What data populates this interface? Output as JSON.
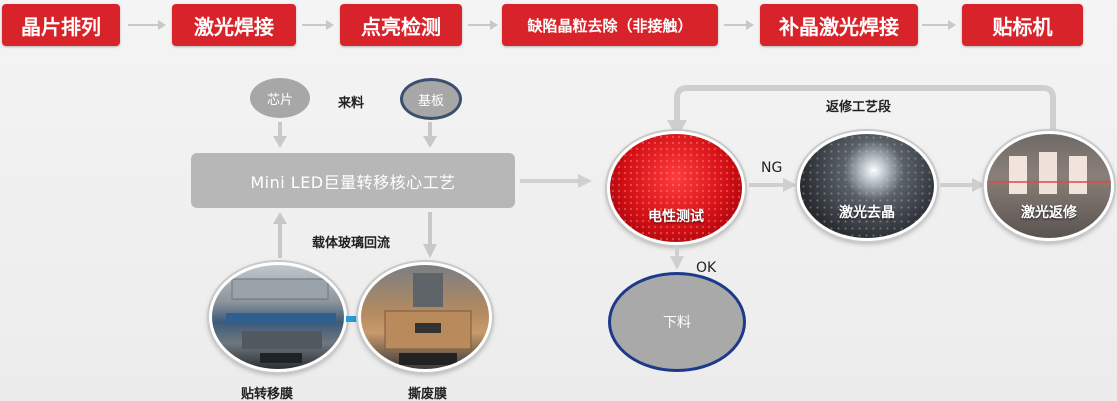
{
  "process_steps": [
    {
      "label": "晶片排列"
    },
    {
      "label": "激光焊接"
    },
    {
      "label": "点亮检测"
    },
    {
      "label": "缺陷晶粒去除（非接触）"
    },
    {
      "label": "补晶激光焊接"
    },
    {
      "label": "贴标机"
    }
  ],
  "inputs": {
    "chip": "芯片",
    "substrate": "基板",
    "incoming_label": "来料"
  },
  "core_process": "Mini LED巨量转移核心工艺",
  "carrier_label": "载体玻璃回流",
  "sub_steps": {
    "attach_film": "贴转移膜",
    "peel_film": "撕废膜"
  },
  "test_flow": {
    "electrical_test": "电性测试",
    "ng_label": "NG",
    "ok_label": "OK",
    "laser_remove": "激光去晶",
    "laser_repair": "激光返修",
    "repair_section": "返修工艺段",
    "unload": "下料"
  },
  "colors": {
    "accent_red": "#d9232a",
    "arrow_gray": "#c8c8c8",
    "ring_blue": "#1d3a8a"
  }
}
